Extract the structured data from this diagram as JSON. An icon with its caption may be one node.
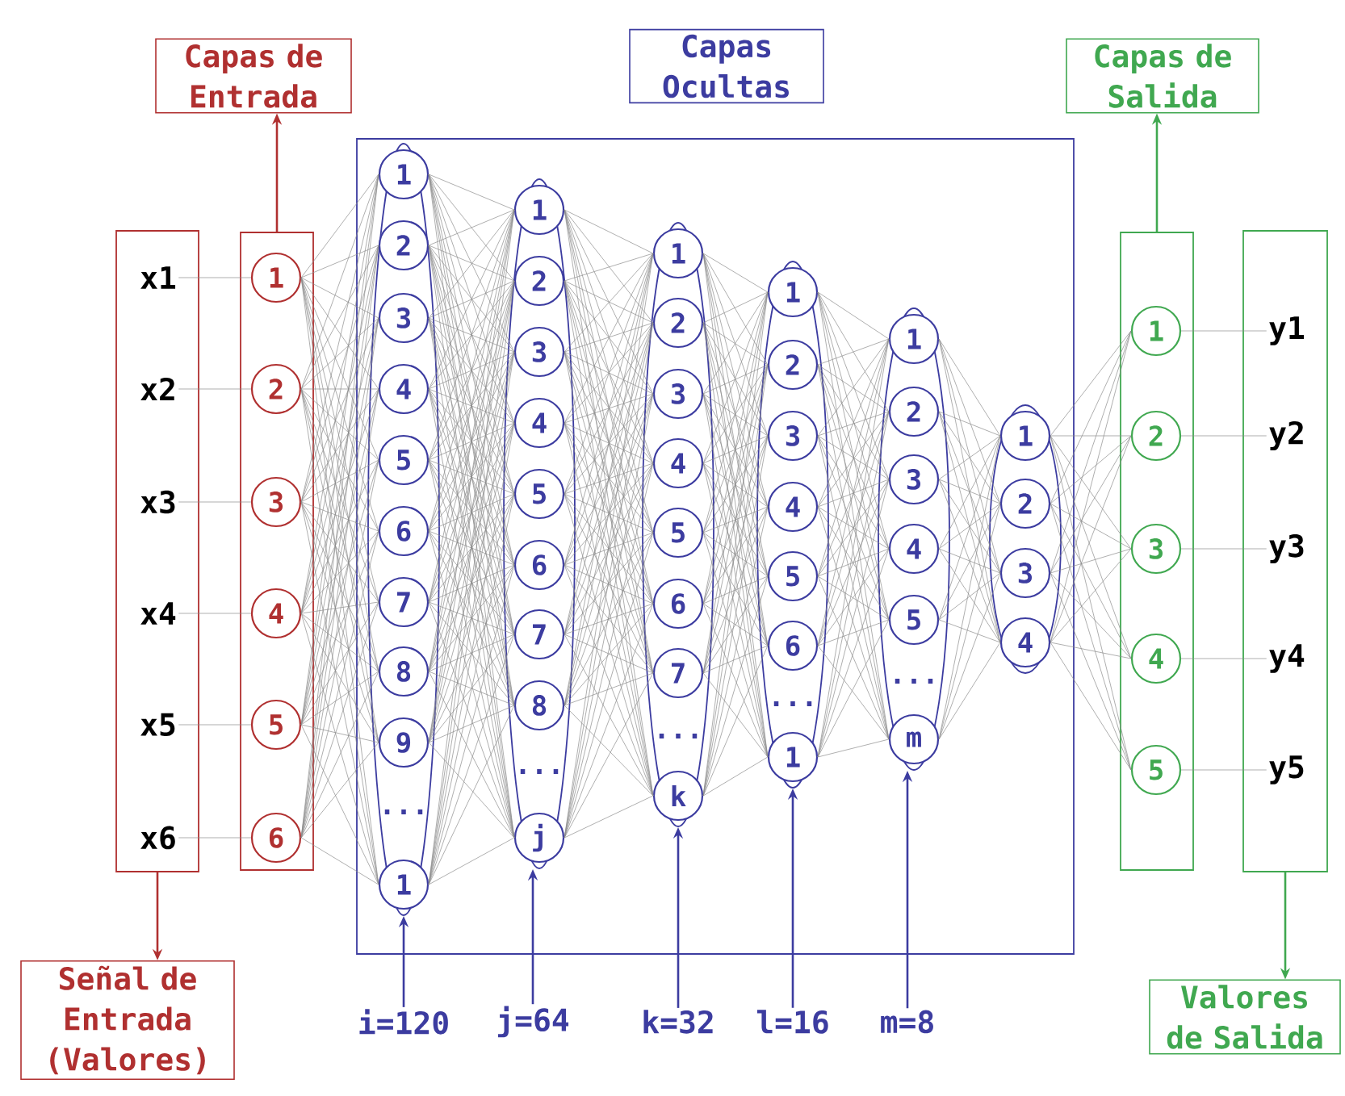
{
  "diagram": {
    "nodes": [
      {
        "text": [
          "Capas de Entrada"
        ]
      },
      {
        "text": [
          "Capas Ocultas"
        ]
      },
      {
        "text": [
          "Capas de Salida"
        ]
      },
      {
        "text": [],
        "shape": "box"
      },
      {
        "text": [
          "x1"
        ],
        "in": 3
      },
      {
        "text": [
          "x2"
        ],
        "in": 3
      },
      {
        "text": [
          "x3"
        ],
        "in": 3
      },
      {
        "text": [
          "x4"
        ],
        "in": 3
      },
      {
        "text": [
          "x5"
        ],
        "in": 3
      },
      {
        "text": [
          "x6"
        ],
        "in": 3
      },
      {
        "text": [],
        "shape": "box"
      },
      {
        "text": [
          "1"
        ],
        "in": 10
      },
      {
        "text": [
          "2"
        ],
        "in": 10
      },
      {
        "text": [
          "3"
        ],
        "in": 10
      },
      {
        "text": [
          "4"
        ],
        "in": 10
      },
      {
        "text": [
          "5"
        ],
        "in": 10
      },
      {
        "text": [
          "6"
        ],
        "in": 10
      },
      {
        "text": [],
        "shape": "box"
      },
      {
        "text": [],
        "shape": "ellipse",
        "in": 17
      },
      {
        "text": [
          "1"
        ],
        "in": 18
      },
      {
        "text": [
          "2"
        ],
        "in": 18
      },
      {
        "text": [
          "3"
        ],
        "in": 18
      },
      {
        "text": [
          "4"
        ],
        "in": 18
      },
      {
        "text": [
          "5"
        ],
        "in": 18
      },
      {
        "text": [
          "6"
        ],
        "in": 18
      },
      {
        "text": [
          "7"
        ],
        "in": 18
      },
      {
        "text": [
          "8"
        ],
        "in": 18
      },
      {
        "text": [
          "9"
        ],
        "in": 18
      },
      {
        "text": [
          "1"
        ],
        "in": 18
      },
      {
        "text": [],
        "shape": "ellipse",
        "in": 17
      },
      {
        "text": [
          "1"
        ],
        "in": 29
      },
      {
        "text": [
          "2"
        ],
        "in": 29
      },
      {
        "text": [
          "3"
        ],
        "in": 29
      },
      {
        "text": [
          "4"
        ],
        "in": 29
      },
      {
        "text": [
          "5"
        ],
        "in": 29
      },
      {
        "text": [
          "6"
        ],
        "in": 29
      },
      {
        "text": [
          "7"
        ],
        "in": 29
      },
      {
        "text": [
          "8"
        ],
        "in": 29
      },
      {
        "text": [
          "j"
        ],
        "in": 29
      },
      {
        "text": [],
        "shape": "ellipse",
        "in": 17
      },
      {
        "text": [
          "1"
        ],
        "in": 39
      },
      {
        "text": [
          "2"
        ],
        "in": 39
      },
      {
        "text": [
          "3"
        ],
        "in": 39
      },
      {
        "text": [
          "4"
        ],
        "in": 39
      },
      {
        "text": [
          "5"
        ],
        "in": 39
      },
      {
        "text": [
          "6"
        ],
        "in": 39
      },
      {
        "text": [
          "7"
        ],
        "in": 39
      },
      {
        "text": [
          "k"
        ],
        "in": 39
      },
      {
        "text": [],
        "shape": "ellipse",
        "in": 17
      },
      {
        "text": [
          "1"
        ],
        "in": 48
      },
      {
        "text": [
          "2"
        ],
        "in": 48
      },
      {
        "text": [
          "3"
        ],
        "in": 48
      },
      {
        "text": [
          "4"
        ],
        "in": 48
      },
      {
        "text": [
          "5"
        ],
        "in": 48
      },
      {
        "text": [
          "6"
        ],
        "in": 48
      },
      {
        "text": [
          "1"
        ],
        "in": 48
      },
      {
        "text": [],
        "shape": "ellipse",
        "in": 17
      },
      {
        "text": [
          "1"
        ],
        "in": 56
      },
      {
        "text": [
          "2"
        ],
        "in": 56
      },
      {
        "text": [
          "3"
        ],
        "in": 56
      },
      {
        "text": [
          "4"
        ],
        "in": 56
      },
      {
        "text": [
          "5"
        ],
        "in": 56
      },
      {
        "text": [
          "m"
        ],
        "in": 56
      },
      {
        "text": [],
        "shape": "ellipse",
        "in": 17
      },
      {
        "text": [
          "1"
        ],
        "in": 63
      },
      {
        "text": [
          "2"
        ],
        "in": 63
      },
      {
        "text": [
          "3"
        ],
        "in": 63
      },
      {
        "text": [
          "4"
        ],
        "in": 63
      },
      {
        "text": [],
        "shape": "box"
      },
      {
        "text": [
          "1"
        ],
        "in": 68
      },
      {
        "text": [
          "2"
        ],
        "in": 68
      },
      {
        "text": [
          "3"
        ],
        "in": 68
      },
      {
        "text": [
          "4"
        ],
        "in": 68
      },
      {
        "text": [
          "5"
        ],
        "in": 68
      },
      {
        "text": [],
        "shape": "box"
      },
      {
        "text": [
          "y1"
        ],
        "in": 74
      },
      {
        "text": [
          "y2"
        ],
        "in": 74
      },
      {
        "text": [
          "y3"
        ],
        "in": 74
      },
      {
        "text": [
          "y4"
        ],
        "in": 74
      },
      {
        "text": [
          "y5"
        ],
        "in": 74
      },
      {
        "text": [
          "Señal de Entrada (Valores)"
        ]
      },
      {
        "text": [
          "Valores de Salida"
        ]
      },
      {
        "text": [
          "i=120"
        ]
      },
      {
        "text": [
          "j=64"
        ]
      },
      {
        "text": [
          "k=32"
        ]
      },
      {
        "text": [
          "l=16"
        ]
      },
      {
        "text": [
          "m=8"
        ]
      }
    ],
    "edges": [
      {
        "from": 4,
        "to": 11,
        "arrow": "none"
      },
      {
        "from": 5,
        "to": 12,
        "arrow": "none"
      },
      {
        "from": 6,
        "to": 13,
        "arrow": "none"
      },
      {
        "from": 7,
        "to": 14,
        "arrow": "none"
      },
      {
        "from": 8,
        "to": 15,
        "arrow": "none"
      },
      {
        "from": 9,
        "to": 16,
        "arrow": "none"
      },
      {
        "from": 11,
        "to": 19,
        "arrow": "none"
      },
      {
        "from": 11,
        "to": 20,
        "arrow": "none"
      },
      {
        "from": 11,
        "to": 21,
        "arrow": "none"
      },
      {
        "from": 11,
        "to": 22,
        "arrow": "none"
      },
      {
        "from": 11,
        "to": 23,
        "arrow": "none"
      },
      {
        "from": 11,
        "to": 24,
        "arrow": "none"
      },
      {
        "from": 11,
        "to": 25,
        "arrow": "none"
      },
      {
        "from": 11,
        "to": 26,
        "arrow": "none"
      },
      {
        "from": 11,
        "to": 27,
        "arrow": "none"
      },
      {
        "from": 11,
        "to": 28,
        "arrow": "none"
      },
      {
        "from": 12,
        "to": 19,
        "arrow": "none"
      },
      {
        "from": 12,
        "to": 20,
        "arrow": "none"
      },
      {
        "from": 12,
        "to": 21,
        "arrow": "none"
      },
      {
        "from": 12,
        "to": 22,
        "arrow": "none"
      },
      {
        "from": 12,
        "to": 23,
        "arrow": "none"
      },
      {
        "from": 12,
        "to": 24,
        "arrow": "none"
      },
      {
        "from": 12,
        "to": 25,
        "arrow": "none"
      },
      {
        "from": 12,
        "to": 26,
        "arrow": "none"
      },
      {
        "from": 12,
        "to": 27,
        "arrow": "none"
      },
      {
        "from": 12,
        "to": 28,
        "arrow": "none"
      },
      {
        "from": 13,
        "to": 19,
        "arrow": "none"
      },
      {
        "from": 13,
        "to": 20,
        "arrow": "none"
      },
      {
        "from": 13,
        "to": 21,
        "arrow": "none"
      },
      {
        "from": 13,
        "to": 22,
        "arrow": "none"
      },
      {
        "from": 13,
        "to": 23,
        "arrow": "none"
      },
      {
        "from": 13,
        "to": 24,
        "arrow": "none"
      },
      {
        "from": 13,
        "to": 25,
        "arrow": "none"
      },
      {
        "from": 13,
        "to": 26,
        "arrow": "none"
      },
      {
        "from": 13,
        "to": 27,
        "arrow": "none"
      },
      {
        "from": 13,
        "to": 28,
        "arrow": "none"
      },
      {
        "from": 14,
        "to": 19,
        "arrow": "none"
      },
      {
        "from": 14,
        "to": 20,
        "arrow": "none"
      },
      {
        "from": 14,
        "to": 21,
        "arrow": "none"
      },
      {
        "from": 14,
        "to": 22,
        "arrow": "none"
      },
      {
        "from": 14,
        "to": 23,
        "arrow": "none"
      },
      {
        "from": 14,
        "to": 24,
        "arrow": "none"
      },
      {
        "from": 14,
        "to": 25,
        "arrow": "none"
      },
      {
        "from": 14,
        "to": 26,
        "arrow": "none"
      },
      {
        "from": 14,
        "to": 27,
        "arrow": "none"
      },
      {
        "from": 14,
        "to": 28,
        "arrow": "none"
      },
      {
        "from": 15,
        "to": 19,
        "arrow": "none"
      },
      {
        "from": 15,
        "to": 20,
        "arrow": "none"
      },
      {
        "from": 15,
        "to": 21,
        "arrow": "none"
      },
      {
        "from": 15,
        "to": 22,
        "arrow": "none"
      },
      {
        "from": 15,
        "to": 23,
        "arrow": "none"
      },
      {
        "from": 15,
        "to": 24,
        "arrow": "none"
      },
      {
        "from": 15,
        "to": 25,
        "arrow": "none"
      },
      {
        "from": 15,
        "to": 26,
        "arrow": "none"
      },
      {
        "from": 15,
        "to": 27,
        "arrow": "none"
      },
      {
        "from": 15,
        "to": 28,
        "arrow": "none"
      },
      {
        "from": 16,
        "to": 19,
        "arrow": "none"
      },
      {
        "from": 16,
        "to": 20,
        "arrow": "none"
      },
      {
        "from": 16,
        "to": 21,
        "arrow": "none"
      },
      {
        "from": 16,
        "to": 22,
        "arrow": "none"
      },
      {
        "from": 16,
        "to": 23,
        "arrow": "none"
      },
      {
        "from": 16,
        "to": 24,
        "arrow": "none"
      },
      {
        "from": 16,
        "to": 25,
        "arrow": "none"
      },
      {
        "from": 16,
        "to": 26,
        "arrow": "none"
      },
      {
        "from": 16,
        "to": 27,
        "arrow": "none"
      },
      {
        "from": 16,
        "to": 28,
        "arrow": "none"
      },
      {
        "from": 19,
        "to": 30,
        "arrow": "none"
      },
      {
        "from": 19,
        "to": 31,
        "arrow": "none"
      },
      {
        "from": 19,
        "to": 32,
        "arrow": "none"
      },
      {
        "from": 19,
        "to": 33,
        "arrow": "none"
      },
      {
        "from": 19,
        "to": 34,
        "arrow": "none"
      },
      {
        "from": 19,
        "to": 35,
        "arrow": "none"
      },
      {
        "from": 19,
        "to": 36,
        "arrow": "none"
      },
      {
        "from": 19,
        "to": 37,
        "arrow": "none"
      },
      {
        "from": 19,
        "to": 38,
        "arrow": "none"
      },
      {
        "from": 20,
        "to": 30,
        "arrow": "none"
      },
      {
        "from": 20,
        "to": 31,
        "arrow": "none"
      },
      {
        "from": 20,
        "to": 32,
        "arrow": "none"
      },
      {
        "from": 20,
        "to": 33,
        "arrow": "none"
      },
      {
        "from": 20,
        "to": 34,
        "arrow": "none"
      },
      {
        "from": 20,
        "to": 35,
        "arrow": "none"
      },
      {
        "from": 20,
        "to": 36,
        "arrow": "none"
      },
      {
        "from": 20,
        "to": 37,
        "arrow": "none"
      },
      {
        "from": 20,
        "to": 38,
        "arrow": "none"
      },
      {
        "from": 21,
        "to": 30,
        "arrow": "none"
      },
      {
        "from": 21,
        "to": 31,
        "arrow": "none"
      },
      {
        "from": 21,
        "to": 32,
        "arrow": "none"
      },
      {
        "from": 21,
        "to": 33,
        "arrow": "none"
      },
      {
        "from": 21,
        "to": 34,
        "arrow": "none"
      },
      {
        "from": 21,
        "to": 35,
        "arrow": "none"
      },
      {
        "from": 21,
        "to": 36,
        "arrow": "none"
      },
      {
        "from": 21,
        "to": 37,
        "arrow": "none"
      },
      {
        "from": 21,
        "to": 38,
        "arrow": "none"
      },
      {
        "from": 22,
        "to": 30,
        "arrow": "none"
      },
      {
        "from": 22,
        "to": 31,
        "arrow": "none"
      },
      {
        "from": 22,
        "to": 32,
        "arrow": "none"
      },
      {
        "from": 22,
        "to": 33,
        "arrow": "none"
      },
      {
        "from": 22,
        "to": 34,
        "arrow": "none"
      },
      {
        "from": 22,
        "to": 35,
        "arrow": "none"
      },
      {
        "from": 22,
        "to": 36,
        "arrow": "none"
      },
      {
        "from": 22,
        "to": 37,
        "arrow": "none"
      },
      {
        "from": 22,
        "to": 38,
        "arrow": "none"
      },
      {
        "from": 23,
        "to": 30,
        "arrow": "none"
      },
      {
        "from": 23,
        "to": 31,
        "arrow": "none"
      },
      {
        "from": 23,
        "to": 32,
        "arrow": "none"
      },
      {
        "from": 23,
        "to": 33,
        "arrow": "none"
      },
      {
        "from": 23,
        "to": 34,
        "arrow": "none"
      },
      {
        "from": 23,
        "to": 35,
        "arrow": "none"
      },
      {
        "from": 23,
        "to": 36,
        "arrow": "none"
      },
      {
        "from": 23,
        "to": 37,
        "arrow": "none"
      },
      {
        "from": 23,
        "to": 38,
        "arrow": "none"
      },
      {
        "from": 24,
        "to": 30,
        "arrow": "none"
      },
      {
        "from": 24,
        "to": 31,
        "arrow": "none"
      },
      {
        "from": 24,
        "to": 32,
        "arrow": "none"
      },
      {
        "from": 24,
        "to": 33,
        "arrow": "none"
      },
      {
        "from": 24,
        "to": 34,
        "arrow": "none"
      },
      {
        "from": 24,
        "to": 35,
        "arrow": "none"
      },
      {
        "from": 24,
        "to": 36,
        "arrow": "none"
      },
      {
        "from": 24,
        "to": 37,
        "arrow": "none"
      },
      {
        "from": 24,
        "to": 38,
        "arrow": "none"
      },
      {
        "from": 25,
        "to": 30,
        "arrow": "none"
      },
      {
        "from": 25,
        "to": 31,
        "arrow": "none"
      },
      {
        "from": 25,
        "to": 32,
        "arrow": "none"
      },
      {
        "from": 25,
        "to": 33,
        "arrow": "none"
      },
      {
        "from": 25,
        "to": 34,
        "arrow": "none"
      },
      {
        "from": 25,
        "to": 35,
        "arrow": "none"
      },
      {
        "from": 25,
        "to": 36,
        "arrow": "none"
      },
      {
        "from": 25,
        "to": 37,
        "arrow": "none"
      },
      {
        "from": 25,
        "to": 38,
        "arrow": "none"
      },
      {
        "from": 26,
        "to": 30,
        "arrow": "none"
      },
      {
        "from": 26,
        "to": 31,
        "arrow": "none"
      },
      {
        "from": 26,
        "to": 32,
        "arrow": "none"
      },
      {
        "from": 26,
        "to": 33,
        "arrow": "none"
      },
      {
        "from": 26,
        "to": 34,
        "arrow": "none"
      },
      {
        "from": 26,
        "to": 35,
        "arrow": "none"
      },
      {
        "from": 26,
        "to": 36,
        "arrow": "none"
      },
      {
        "from": 26,
        "to": 37,
        "arrow": "none"
      },
      {
        "from": 26,
        "to": 38,
        "arrow": "none"
      },
      {
        "from": 27,
        "to": 30,
        "arrow": "none"
      },
      {
        "from": 27,
        "to": 31,
        "arrow": "none"
      },
      {
        "from": 27,
        "to": 32,
        "arrow": "none"
      },
      {
        "from": 27,
        "to": 33,
        "arrow": "none"
      },
      {
        "from": 27,
        "to": 34,
        "arrow": "none"
      },
      {
        "from": 27,
        "to": 35,
        "arrow": "none"
      },
      {
        "from": 27,
        "to": 36,
        "arrow": "none"
      },
      {
        "from": 27,
        "to": 37,
        "arrow": "none"
      },
      {
        "from": 27,
        "to": 38,
        "arrow": "none"
      },
      {
        "from": 28,
        "to": 30,
        "arrow": "none"
      },
      {
        "from": 28,
        "to": 31,
        "arrow": "none"
      },
      {
        "from": 28,
        "to": 32,
        "arrow": "none"
      },
      {
        "from": 28,
        "to": 33,
        "arrow": "none"
      },
      {
        "from": 28,
        "to": 34,
        "arrow": "none"
      },
      {
        "from": 28,
        "to": 35,
        "arrow": "none"
      },
      {
        "from": 28,
        "to": 36,
        "arrow": "none"
      },
      {
        "from": 28,
        "to": 37,
        "arrow": "none"
      },
      {
        "from": 28,
        "to": 38,
        "arrow": "none"
      },
      {
        "from": 30,
        "to": 40,
        "arrow": "none"
      },
      {
        "from": 30,
        "to": 41,
        "arrow": "none"
      },
      {
        "from": 30,
        "to": 42,
        "arrow": "none"
      },
      {
        "from": 30,
        "to": 43,
        "arrow": "none"
      },
      {
        "from": 30,
        "to": 44,
        "arrow": "none"
      },
      {
        "from": 30,
        "to": 45,
        "arrow": "none"
      },
      {
        "from": 30,
        "to": 46,
        "arrow": "none"
      },
      {
        "from": 30,
        "to": 47,
        "arrow": "none"
      },
      {
        "from": 31,
        "to": 40,
        "arrow": "none"
      },
      {
        "from": 31,
        "to": 41,
        "arrow": "none"
      },
      {
        "from": 31,
        "to": 42,
        "arrow": "none"
      },
      {
        "from": 31,
        "to": 43,
        "arrow": "none"
      },
      {
        "from": 31,
        "to": 44,
        "arrow": "none"
      },
      {
        "from": 31,
        "to": 45,
        "arrow": "none"
      },
      {
        "from": 31,
        "to": 46,
        "arrow": "none"
      },
      {
        "from": 31,
        "to": 47,
        "arrow": "none"
      },
      {
        "from": 32,
        "to": 40,
        "arrow": "none"
      },
      {
        "from": 32,
        "to": 41,
        "arrow": "none"
      },
      {
        "from": 32,
        "to": 42,
        "arrow": "none"
      },
      {
        "from": 32,
        "to": 43,
        "arrow": "none"
      },
      {
        "from": 32,
        "to": 44,
        "arrow": "none"
      },
      {
        "from": 32,
        "to": 45,
        "arrow": "none"
      },
      {
        "from": 32,
        "to": 46,
        "arrow": "none"
      },
      {
        "from": 32,
        "to": 47,
        "arrow": "none"
      },
      {
        "from": 33,
        "to": 40,
        "arrow": "none"
      },
      {
        "from": 33,
        "to": 41,
        "arrow": "none"
      },
      {
        "from": 33,
        "to": 42,
        "arrow": "none"
      },
      {
        "from": 33,
        "to": 43,
        "arrow": "none"
      },
      {
        "from": 33,
        "to": 44,
        "arrow": "none"
      },
      {
        "from": 33,
        "to": 45,
        "arrow": "none"
      },
      {
        "from": 33,
        "to": 46,
        "arrow": "none"
      },
      {
        "from": 33,
        "to": 47,
        "arrow": "none"
      },
      {
        "from": 34,
        "to": 40,
        "arrow": "none"
      },
      {
        "from": 34,
        "to": 41,
        "arrow": "none"
      },
      {
        "from": 34,
        "to": 42,
        "arrow": "none"
      },
      {
        "from": 34,
        "to": 43,
        "arrow": "none"
      },
      {
        "from": 34,
        "to": 44,
        "arrow": "none"
      },
      {
        "from": 34,
        "to": 45,
        "arrow": "none"
      },
      {
        "from": 34,
        "to": 46,
        "arrow": "none"
      },
      {
        "from": 34,
        "to": 47,
        "arrow": "none"
      },
      {
        "from": 35,
        "to": 40,
        "arrow": "none"
      },
      {
        "from": 35,
        "to": 41,
        "arrow": "none"
      },
      {
        "from": 35,
        "to": 42,
        "arrow": "none"
      },
      {
        "from": 35,
        "to": 43,
        "arrow": "none"
      },
      {
        "from": 35,
        "to": 44,
        "arrow": "none"
      },
      {
        "from": 35,
        "to": 45,
        "arrow": "none"
      },
      {
        "from": 35,
        "to": 46,
        "arrow": "none"
      },
      {
        "from": 35,
        "to": 47,
        "arrow": "none"
      },
      {
        "from": 36,
        "to": 40,
        "arrow": "none"
      },
      {
        "from": 36,
        "to": 41,
        "arrow": "none"
      },
      {
        "from": 36,
        "to": 42,
        "arrow": "none"
      },
      {
        "from": 36,
        "to": 43,
        "arrow": "none"
      },
      {
        "from": 36,
        "to": 44,
        "arrow": "none"
      },
      {
        "from": 36,
        "to": 45,
        "arrow": "none"
      },
      {
        "from": 36,
        "to": 46,
        "arrow": "none"
      },
      {
        "from": 36,
        "to": 47,
        "arrow": "none"
      },
      {
        "from": 37,
        "to": 40,
        "arrow": "none"
      },
      {
        "from": 37,
        "to": 41,
        "arrow": "none"
      },
      {
        "from": 37,
        "to": 42,
        "arrow": "none"
      },
      {
        "from": 37,
        "to": 43,
        "arrow": "none"
      },
      {
        "from": 37,
        "to": 44,
        "arrow": "none"
      },
      {
        "from": 37,
        "to": 45,
        "arrow": "none"
      },
      {
        "from": 37,
        "to": 46,
        "arrow": "none"
      },
      {
        "from": 37,
        "to": 47,
        "arrow": "none"
      },
      {
        "from": 38,
        "to": 40,
        "arrow": "none"
      },
      {
        "from": 38,
        "to": 41,
        "arrow": "none"
      },
      {
        "from": 38,
        "to": 42,
        "arrow": "none"
      },
      {
        "from": 38,
        "to": 43,
        "arrow": "none"
      },
      {
        "from": 38,
        "to": 44,
        "arrow": "none"
      },
      {
        "from": 38,
        "to": 45,
        "arrow": "none"
      },
      {
        "from": 38,
        "to": 46,
        "arrow": "none"
      },
      {
        "from": 38,
        "to": 47,
        "arrow": "none"
      },
      {
        "from": 40,
        "to": 49,
        "arrow": "none"
      },
      {
        "from": 40,
        "to": 50,
        "arrow": "none"
      },
      {
        "from": 40,
        "to": 51,
        "arrow": "none"
      },
      {
        "from": 40,
        "to": 52,
        "arrow": "none"
      },
      {
        "from": 40,
        "to": 53,
        "arrow": "none"
      },
      {
        "from": 40,
        "to": 54,
        "arrow": "none"
      },
      {
        "from": 40,
        "to": 55,
        "arrow": "none"
      },
      {
        "from": 41,
        "to": 49,
        "arrow": "none"
      },
      {
        "from": 41,
        "to": 50,
        "arrow": "none"
      },
      {
        "from": 41,
        "to": 51,
        "arrow": "none"
      },
      {
        "from": 41,
        "to": 52,
        "arrow": "none"
      },
      {
        "from": 41,
        "to": 53,
        "arrow": "none"
      },
      {
        "from": 41,
        "to": 54,
        "arrow": "none"
      },
      {
        "from": 41,
        "to": 55,
        "arrow": "none"
      },
      {
        "from": 42,
        "to": 49,
        "arrow": "none"
      },
      {
        "from": 42,
        "to": 50,
        "arrow": "none"
      },
      {
        "from": 42,
        "to": 51,
        "arrow": "none"
      },
      {
        "from": 42,
        "to": 52,
        "arrow": "none"
      },
      {
        "from": 42,
        "to": 53,
        "arrow": "none"
      },
      {
        "from": 42,
        "to": 54,
        "arrow": "none"
      },
      {
        "from": 42,
        "to": 55,
        "arrow": "none"
      },
      {
        "from": 43,
        "to": 49,
        "arrow": "none"
      },
      {
        "from": 43,
        "to": 50,
        "arrow": "none"
      },
      {
        "from": 43,
        "to": 51,
        "arrow": "none"
      },
      {
        "from": 43,
        "to": 52,
        "arrow": "none"
      },
      {
        "from": 43,
        "to": 53,
        "arrow": "none"
      },
      {
        "from": 43,
        "to": 54,
        "arrow": "none"
      },
      {
        "from": 43,
        "to": 55,
        "arrow": "none"
      },
      {
        "from": 44,
        "to": 49,
        "arrow": "none"
      },
      {
        "from": 44,
        "to": 50,
        "arrow": "none"
      },
      {
        "from": 44,
        "to": 51,
        "arrow": "none"
      },
      {
        "from": 44,
        "to": 52,
        "arrow": "none"
      },
      {
        "from": 44,
        "to": 53,
        "arrow": "none"
      },
      {
        "from": 44,
        "to": 54,
        "arrow": "none"
      },
      {
        "from": 44,
        "to": 55,
        "arrow": "none"
      },
      {
        "from": 45,
        "to": 49,
        "arrow": "none"
      },
      {
        "from": 45,
        "to": 50,
        "arrow": "none"
      },
      {
        "from": 45,
        "to": 51,
        "arrow": "none"
      },
      {
        "from": 45,
        "to": 52,
        "arrow": "none"
      },
      {
        "from": 45,
        "to": 53,
        "arrow": "none"
      },
      {
        "from": 45,
        "to": 54,
        "arrow": "none"
      },
      {
        "from": 45,
        "to": 55,
        "arrow": "none"
      },
      {
        "from": 46,
        "to": 49,
        "arrow": "none"
      },
      {
        "from": 46,
        "to": 50,
        "arrow": "none"
      },
      {
        "from": 46,
        "to": 51,
        "arrow": "none"
      },
      {
        "from": 46,
        "to": 52,
        "arrow": "none"
      },
      {
        "from": 46,
        "to": 53,
        "arrow": "none"
      },
      {
        "from": 46,
        "to": 54,
        "arrow": "none"
      },
      {
        "from": 46,
        "to": 55,
        "arrow": "none"
      },
      {
        "from": 47,
        "to": 49,
        "arrow": "none"
      },
      {
        "from": 47,
        "to": 50,
        "arrow": "none"
      },
      {
        "from": 47,
        "to": 51,
        "arrow": "none"
      },
      {
        "from": 47,
        "to": 52,
        "arrow": "none"
      },
      {
        "from": 47,
        "to": 53,
        "arrow": "none"
      },
      {
        "from": 47,
        "to": 54,
        "arrow": "none"
      },
      {
        "from": 47,
        "to": 55,
        "arrow": "none"
      },
      {
        "from": 49,
        "to": 57,
        "arrow": "none"
      },
      {
        "from": 49,
        "to": 58,
        "arrow": "none"
      },
      {
        "from": 49,
        "to": 59,
        "arrow": "none"
      },
      {
        "from": 49,
        "to": 60,
        "arrow": "none"
      },
      {
        "from": 49,
        "to": 61,
        "arrow": "none"
      },
      {
        "from": 49,
        "to": 62,
        "arrow": "none"
      },
      {
        "from": 50,
        "to": 57,
        "arrow": "none"
      },
      {
        "from": 50,
        "to": 58,
        "arrow": "none"
      },
      {
        "from": 50,
        "to": 59,
        "arrow": "none"
      },
      {
        "from": 50,
        "to": 60,
        "arrow": "none"
      },
      {
        "from": 50,
        "to": 61,
        "arrow": "none"
      },
      {
        "from": 50,
        "to": 62,
        "arrow": "none"
      },
      {
        "from": 51,
        "to": 57,
        "arrow": "none"
      },
      {
        "from": 51,
        "to": 58,
        "arrow": "none"
      },
      {
        "from": 51,
        "to": 59,
        "arrow": "none"
      },
      {
        "from": 51,
        "to": 60,
        "arrow": "none"
      },
      {
        "from": 51,
        "to": 61,
        "arrow": "none"
      },
      {
        "from": 51,
        "to": 62,
        "arrow": "none"
      },
      {
        "from": 52,
        "to": 57,
        "arrow": "none"
      },
      {
        "from": 52,
        "to": 58,
        "arrow": "none"
      },
      {
        "from": 52,
        "to": 59,
        "arrow": "none"
      },
      {
        "from": 52,
        "to": 60,
        "arrow": "none"
      },
      {
        "from": 52,
        "to": 61,
        "arrow": "none"
      },
      {
        "from": 52,
        "to": 62,
        "arrow": "none"
      },
      {
        "from": 53,
        "to": 57,
        "arrow": "none"
      },
      {
        "from": 53,
        "to": 58,
        "arrow": "none"
      },
      {
        "from": 53,
        "to": 59,
        "arrow": "none"
      },
      {
        "from": 53,
        "to": 60,
        "arrow": "none"
      },
      {
        "from": 53,
        "to": 61,
        "arrow": "none"
      },
      {
        "from": 53,
        "to": 62,
        "arrow": "none"
      },
      {
        "from": 54,
        "to": 57,
        "arrow": "none"
      },
      {
        "from": 54,
        "to": 58,
        "arrow": "none"
      },
      {
        "from": 54,
        "to": 59,
        "arrow": "none"
      },
      {
        "from": 54,
        "to": 60,
        "arrow": "none"
      },
      {
        "from": 54,
        "to": 61,
        "arrow": "none"
      },
      {
        "from": 54,
        "to": 62,
        "arrow": "none"
      },
      {
        "from": 55,
        "to": 57,
        "arrow": "none"
      },
      {
        "from": 55,
        "to": 58,
        "arrow": "none"
      },
      {
        "from": 55,
        "to": 59,
        "arrow": "none"
      },
      {
        "from": 55,
        "to": 60,
        "arrow": "none"
      },
      {
        "from": 55,
        "to": 61,
        "arrow": "none"
      },
      {
        "from": 55,
        "to": 62,
        "arrow": "none"
      },
      {
        "from": 57,
        "to": 64,
        "arrow": "none"
      },
      {
        "from": 57,
        "to": 65,
        "arrow": "none"
      },
      {
        "from": 57,
        "to": 66,
        "arrow": "none"
      },
      {
        "from": 57,
        "to": 67,
        "arrow": "none"
      },
      {
        "from": 58,
        "to": 64,
        "arrow": "none"
      },
      {
        "from": 58,
        "to": 65,
        "arrow": "none"
      },
      {
        "from": 58,
        "to": 66,
        "arrow": "none"
      },
      {
        "from": 58,
        "to": 67,
        "arrow": "none"
      },
      {
        "from": 59,
        "to": 64,
        "arrow": "none"
      },
      {
        "from": 59,
        "to": 65,
        "arrow": "none"
      },
      {
        "from": 59,
        "to": 66,
        "arrow": "none"
      },
      {
        "from": 59,
        "to": 67,
        "arrow": "none"
      },
      {
        "from": 60,
        "to": 64,
        "arrow": "none"
      },
      {
        "from": 60,
        "to": 65,
        "arrow": "none"
      },
      {
        "from": 60,
        "to": 66,
        "arrow": "none"
      },
      {
        "from": 60,
        "to": 67,
        "arrow": "none"
      },
      {
        "from": 61,
        "to": 64,
        "arrow": "none"
      },
      {
        "from": 61,
        "to": 65,
        "arrow": "none"
      },
      {
        "from": 61,
        "to": 66,
        "arrow": "none"
      },
      {
        "from": 61,
        "to": 67,
        "arrow": "none"
      },
      {
        "from": 62,
        "to": 64,
        "arrow": "none"
      },
      {
        "from": 62,
        "to": 65,
        "arrow": "none"
      },
      {
        "from": 62,
        "to": 66,
        "arrow": "none"
      },
      {
        "from": 62,
        "to": 67,
        "arrow": "none"
      },
      {
        "from": 64,
        "to": 69,
        "arrow": "none"
      },
      {
        "from": 64,
        "to": 70,
        "arrow": "none"
      },
      {
        "from": 64,
        "to": 71,
        "arrow": "none"
      },
      {
        "from": 64,
        "to": 72,
        "arrow": "none"
      },
      {
        "from": 64,
        "to": 73,
        "arrow": "none"
      },
      {
        "from": 65,
        "to": 69,
        "arrow": "none"
      },
      {
        "from": 65,
        "to": 70,
        "arrow": "none"
      },
      {
        "from": 65,
        "to": 71,
        "arrow": "none"
      },
      {
        "from": 65,
        "to": 72,
        "arrow": "none"
      },
      {
        "from": 65,
        "to": 73,
        "arrow": "none"
      },
      {
        "from": 66,
        "to": 69,
        "arrow": "none"
      },
      {
        "from": 66,
        "to": 70,
        "arrow": "none"
      },
      {
        "from": 66,
        "to": 71,
        "arrow": "none"
      },
      {
        "from": 66,
        "to": 72,
        "arrow": "none"
      },
      {
        "from": 66,
        "to": 73,
        "arrow": "none"
      },
      {
        "from": 67,
        "to": 69,
        "arrow": "none"
      },
      {
        "from": 67,
        "to": 70,
        "arrow": "none"
      },
      {
        "from": 67,
        "to": 71,
        "arrow": "none"
      },
      {
        "from": 67,
        "to": 72,
        "arrow": "none"
      },
      {
        "from": 67,
        "to": 73,
        "arrow": "none"
      },
      {
        "from": 69,
        "to": 75,
        "arrow": "none"
      },
      {
        "from": 70,
        "to": 76,
        "arrow": "none"
      },
      {
        "from": 71,
        "to": 77,
        "arrow": "none"
      },
      {
        "from": 72,
        "to": 78,
        "arrow": "none"
      },
      {
        "from": 73,
        "to": 79,
        "arrow": "none"
      },
      {
        "from": 10,
        "to": 0,
        "arrow": "to",
        "color": "#b03030"
      },
      {
        "from": 3,
        "to": 80,
        "arrow": "to",
        "color": "#b03030"
      },
      {
        "from": 68,
        "to": 2,
        "arrow": "to",
        "color": "#40a850"
      },
      {
        "from": 74,
        "to": 81,
        "arrow": "to",
        "color": "#40a850"
      },
      {
        "from": 82,
        "to": 18,
        "arrow": "to",
        "color": "#3c3ca0"
      },
      {
        "from": 83,
        "to": 29,
        "arrow": "to",
        "color": "#3c3ca0"
      },
      {
        "from": 84,
        "to": 39,
        "arrow": "to",
        "color": "#3c3ca0"
      },
      {
        "from": 85,
        "to": 48,
        "arrow": "to",
        "color": "#3c3ca0"
      },
      {
        "from": 86,
        "to": 56,
        "arrow": "to",
        "color": "#3c3ca0"
      }
    ],
    "labels": [
      "...",
      "...",
      "...",
      "...",
      "..."
    ]
  }
}
